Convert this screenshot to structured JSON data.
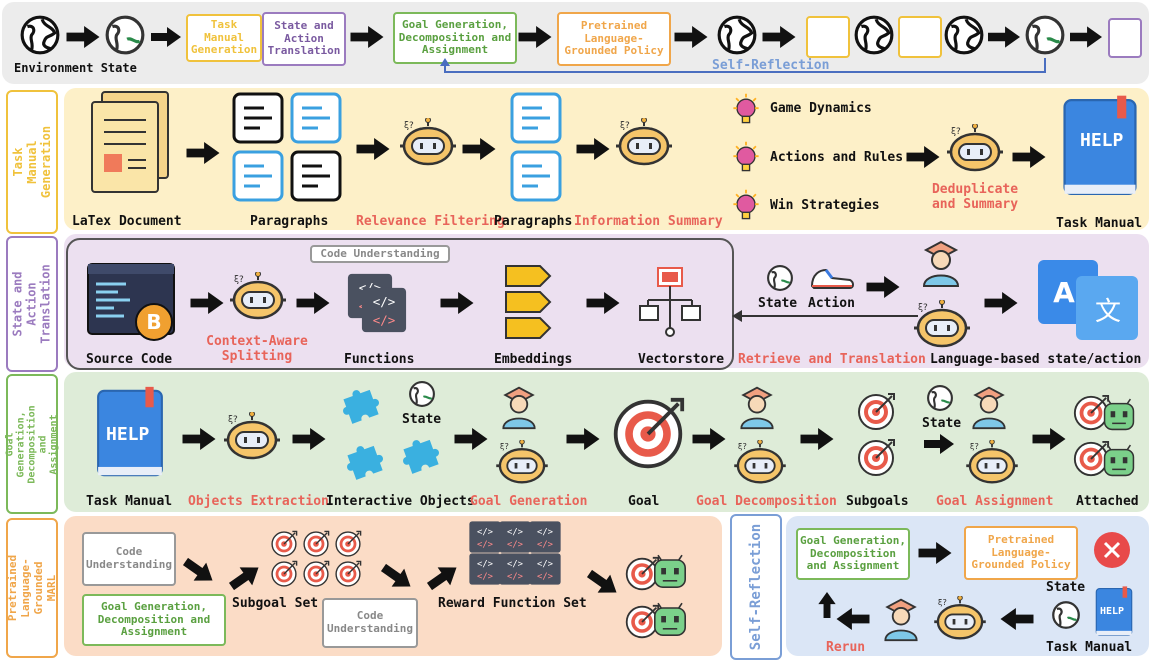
{
  "top": {
    "env_state": "Environment State",
    "task_manual_gen": "Task Manual Generation",
    "state_action_trans": "State and Action Translation",
    "goal_gen": "Goal Generation, Decomposition and Assignment",
    "pretrained": "Pretrained Language-Grounded Policy",
    "self_reflection": "Self-Reflection"
  },
  "rows": {
    "tmg": {
      "tab": "Task Manual Generation",
      "latex": "LaTex Document",
      "paragraphs1": "Paragraphs",
      "relevance": "Relevance Filtering",
      "paragraphs2": "Paragraphs",
      "info_summary": "Information Summary",
      "game_dynamics": "Game Dynamics",
      "actions_rules": "Actions and Rules",
      "win_strategies": "Win Strategies",
      "dedup": "Deduplicate and Summary",
      "task_manual": "Task Manual",
      "help": "HELP"
    },
    "sat": {
      "tab": "State and Action Translation",
      "code_understanding": "Code Understanding",
      "source_code": "Source Code",
      "context_aware": "Context-Aware Splitting",
      "functions": "Functions",
      "embeddings": "Embeddings",
      "vectorstore": "Vectorstore",
      "state": "State",
      "action": "Action",
      "retrieve": "Retrieve and Translation",
      "lang_based": "Language-based state/action"
    },
    "ggd": {
      "tab": "Goal Generation, Decomposition and Assignment",
      "task_manual": "Task Manual",
      "help": "HELP",
      "objects_extraction": "Objects Extraction",
      "state": "State",
      "interactive_objects": "Interactive Objects",
      "goal_generation": "Goal Generation",
      "goal": "Goal",
      "goal_decomposition": "Goal Decomposition",
      "subgoals": "Subgoals",
      "state2": "State",
      "goal_assignment": "Goal Assignment",
      "attached": "Attached"
    },
    "plg": {
      "tab": "Pretrained Language-Grounded MARL",
      "code_understanding1": "Code Understanding",
      "goal_gen_box": "Goal Generation, Decomposition and Assignment",
      "subgoal_set": "Subgoal Set",
      "code_understanding2": "Code Understanding",
      "reward_set": "Reward Function Set"
    },
    "sr": {
      "tab": "Self-Reflection",
      "goal_gen_box": "Goal Generation, Decomposition and Assignment",
      "pretrained_box": "Pretrained Language-Grounded Policy",
      "state": "State",
      "task_manual": "Task Manual",
      "help": "HELP",
      "rerun": "Rerun"
    }
  },
  "colors": {
    "top_bg": "#ececec",
    "yellow_bg": "#fdf0c8",
    "purple_bg": "#ece0f0",
    "green_bg": "#deecd8",
    "orange_bg": "#fbdcc6",
    "blue_bg": "#dbe6f6",
    "tab_yellow": "#f0c23c",
    "tab_purple": "#9b7bbf",
    "tab_green": "#7cb95a",
    "tab_orange": "#f0a64a",
    "tab_blue": "#7a9ed6",
    "red_text": "#e8645a",
    "book_blue": "#3b86e0"
  }
}
